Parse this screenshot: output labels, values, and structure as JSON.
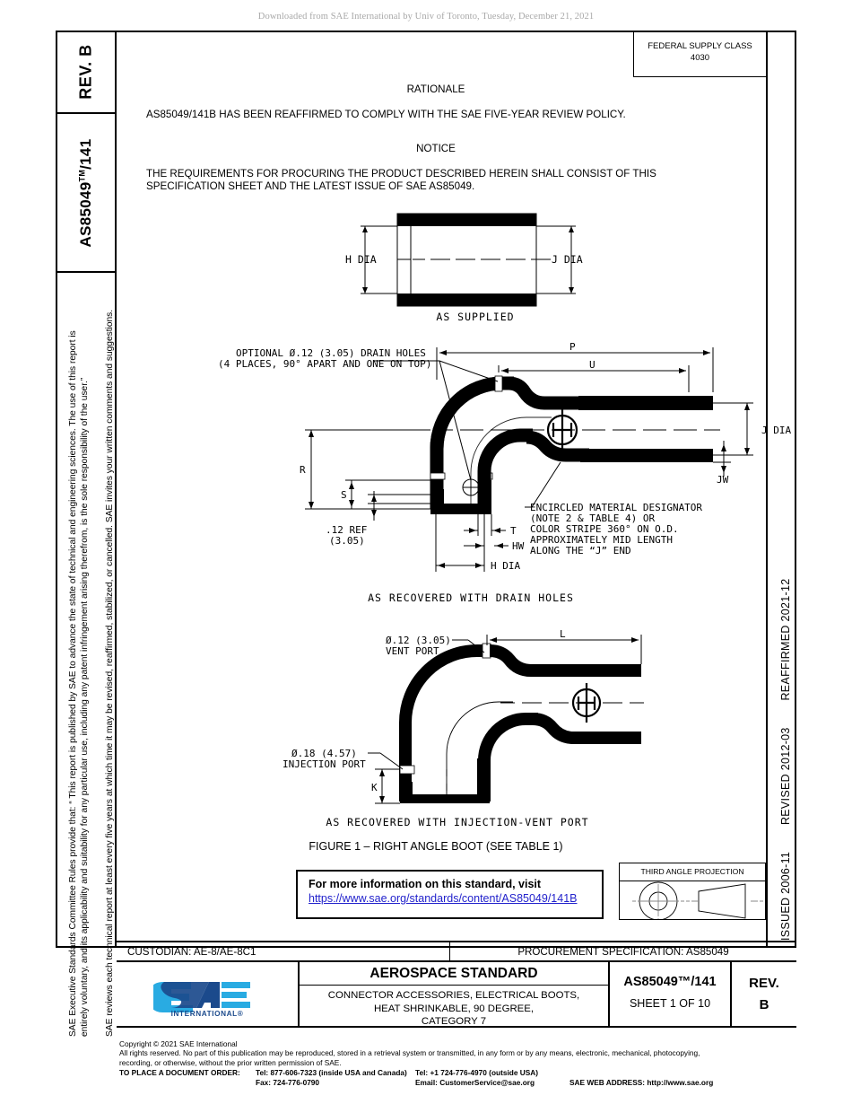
{
  "header": {
    "download_notice": "Downloaded from SAE International by Univ of Toronto, Tuesday, December 21, 2021"
  },
  "left_strip": {
    "rev_label": "REV.",
    "rev_value": "B",
    "part_number": "AS85049",
    "part_number_tm": "TM",
    "part_number_suffix": "/141"
  },
  "legal": {
    "line1": "SAE Executive Standards Committee Rules provide that: “  This report is published by SAE to advance the state of technical and engineering sciences.  The use of this report is",
    "line2": "entirely voluntary, and its applicability and suitability for any particular use, including any patent infringement arising therefrom, is the sole responsibility of the user.”",
    "line3": "SAE reviews each technical report at least every five years at which time it may be revised, reaffirmed, stabilized, or cancelled. SAE invites your written comments and suggestions."
  },
  "right_strip": {
    "issued": "ISSUED 2006-11",
    "revised": "REVISED 2012-03",
    "reaffirmed": "REAFFIRMED 2021-12"
  },
  "federal_supply_class": {
    "label": "FEDERAL SUPPLY CLASS",
    "value": "4030"
  },
  "body": {
    "rationale_heading": "RATIONALE",
    "rationale_text": "AS85049/141B HAS BEEN REAFFIRMED TO COMPLY WITH THE SAE FIVE-YEAR REVIEW POLICY.",
    "notice_heading": "NOTICE",
    "notice_line1": "THE REQUIREMENTS FOR PROCURING THE PRODUCT DESCRIBED HEREIN SHALL CONSIST OF THIS",
    "notice_line2": "SPECIFICATION SHEET AND THE LATEST ISSUE OF SAE AS85049."
  },
  "figure": {
    "caption": "FIGURE 1 – RIGHT ANGLE BOOT (SEE TABLE 1)",
    "view1": {
      "title": "AS SUPPLIED",
      "dim_left": "H DIA",
      "dim_right": "J DIA"
    },
    "view2": {
      "title": "AS RECOVERED WITH DRAIN HOLES",
      "note_line1": "OPTIONAL Ø.12 (3.05) DRAIN HOLES",
      "note_line2": "(4 PLACES, 90° APART AND ONE ON TOP)",
      "dim_P": "P",
      "dim_U": "U",
      "dim_R": "R",
      "dim_S": "S",
      "dim_T": "T",
      "dim_HW": "HW",
      "dim_JW": "JW",
      "dim_J": "J DIA",
      "dim_H": "H DIA",
      "ref_line1": ".12 REF",
      "ref_line2": "(3.05)",
      "desig_line1": "ENCIRCLED MATERIAL DESIGNATOR",
      "desig_line2": "(NOTE 2 & TABLE 4) OR",
      "desig_line3": "COLOR STRIPE 360° ON O.D.",
      "desig_line4": "APPROXIMATELY MID LENGTH",
      "desig_line5": "ALONG THE “J” END"
    },
    "view3": {
      "title": "AS RECOVERED WITH INJECTION-VENT PORT",
      "vent_line1": "Ø.12 (3.05)",
      "vent_line2": "VENT PORT",
      "inj_line1": "Ø.18 (4.57)",
      "inj_line2": "INJECTION PORT",
      "dim_L": "L",
      "dim_K": "K"
    }
  },
  "info_box": {
    "line1": "For more information on this standard, visit",
    "link": "https://www.sae.org/standards/content/AS85049/141B"
  },
  "third_angle": {
    "label": "THIRD ANGLE PROJECTION"
  },
  "custodian_row": {
    "custodian": "CUSTODIAN: AE-8/AE-8C1",
    "procurement": "PROCUREMENT SPECIFICATION: AS85049"
  },
  "title_block": {
    "logo_text": "SAE",
    "logo_sub": "INTERNATIONAL®",
    "standard_type": "AEROSPACE STANDARD",
    "desc_line1": "CONNECTOR ACCESSORIES, ELECTRICAL BOOTS,",
    "desc_line2": "HEAT SHRINKABLE, 90 DEGREE,",
    "desc_line3": "CATEGORY 7",
    "doc_number": "AS85049™/141",
    "sheet": "SHEET 1 OF 10",
    "rev_label": "REV.",
    "rev_value": "B"
  },
  "footer": {
    "copyright": "Copyright © 2021 SAE International",
    "rights1": "All rights reserved. No part of this publication may be reproduced, stored in a retrieval system or transmitted, in any form or by any means, electronic, mechanical, photocopying,",
    "rights2": "recording, or otherwise, without the prior written permission of SAE.",
    "order_label": "TO PLACE A DOCUMENT ORDER:",
    "tel_us": "Tel: 877-606-7323 (inside USA and Canada)",
    "tel_intl": "Tel: +1 724-776-4970 (outside USA)",
    "fax": "Fax: 724-776-0790",
    "email": "Email: CustomerService@sae.org",
    "web": "SAE WEB ADDRESS: http://www.sae.org"
  },
  "colors": {
    "link": "#2222cc",
    "logo_light": "#29abe2",
    "logo_dark": "#1b4a8c",
    "watermark": "#a8a8a8"
  }
}
